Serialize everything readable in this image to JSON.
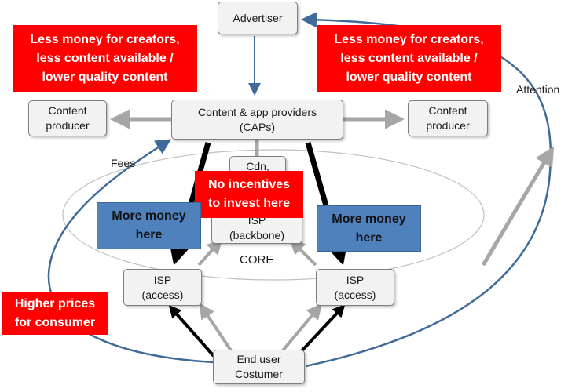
{
  "nodes": {
    "advertiser": "Advertiser",
    "caps": "Content & app providers\n(CAPs)",
    "content_producer_left": "Content\nproducer",
    "content_producer_right": "Content\nproducer",
    "cdn": "Cdn,",
    "isp_backbone": "ISP\n(backbone)",
    "isp_access_left": "ISP\n(access)",
    "isp_access_right": "ISP\n(access)",
    "end_user": "End user\nCostumer"
  },
  "labels": {
    "core": "CORE",
    "fees": "Fees",
    "attention": "Attention"
  },
  "callouts": {
    "less_money_left": "Less money for creators,\nless content available /\nlower quality content",
    "less_money_right": "Less money for creators,\nless content available /\nlower quality content",
    "no_incentives": "No incentives\nto invest  here",
    "more_money_left": "More money\nhere",
    "more_money_right": "More money\nhere",
    "higher_prices": "Higher prices\nfor consumer"
  }
}
